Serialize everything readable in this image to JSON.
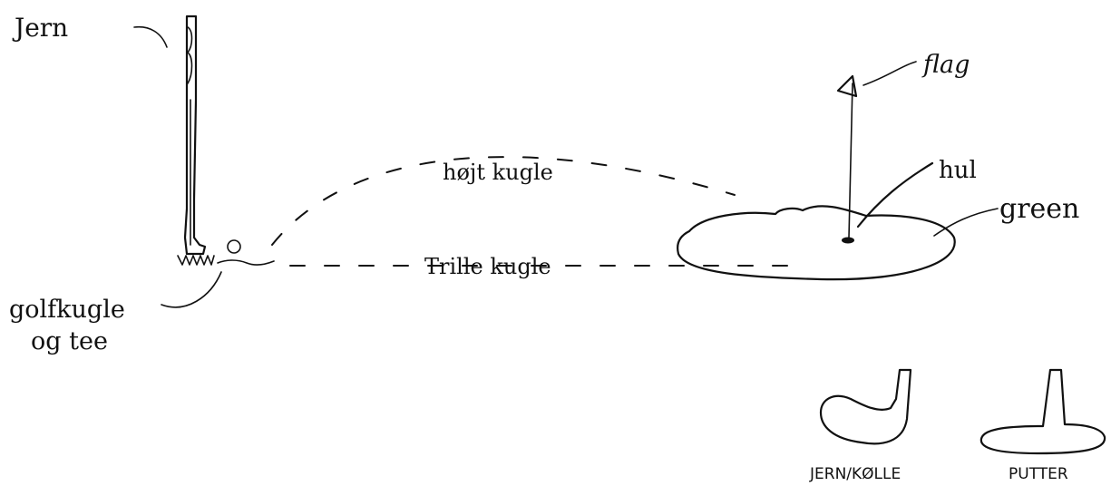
{
  "labels": {
    "jern": "Jern",
    "golfkugle_line1": "golfkugle",
    "golfkugle_line2": "og tee",
    "hoejt_shot": "højt kugle",
    "trille": "Trille kugle",
    "flag": "flag",
    "hul": "hul",
    "green": "green",
    "jern_kolle": "JERN/KØLLE",
    "putter": "PUTTER"
  }
}
